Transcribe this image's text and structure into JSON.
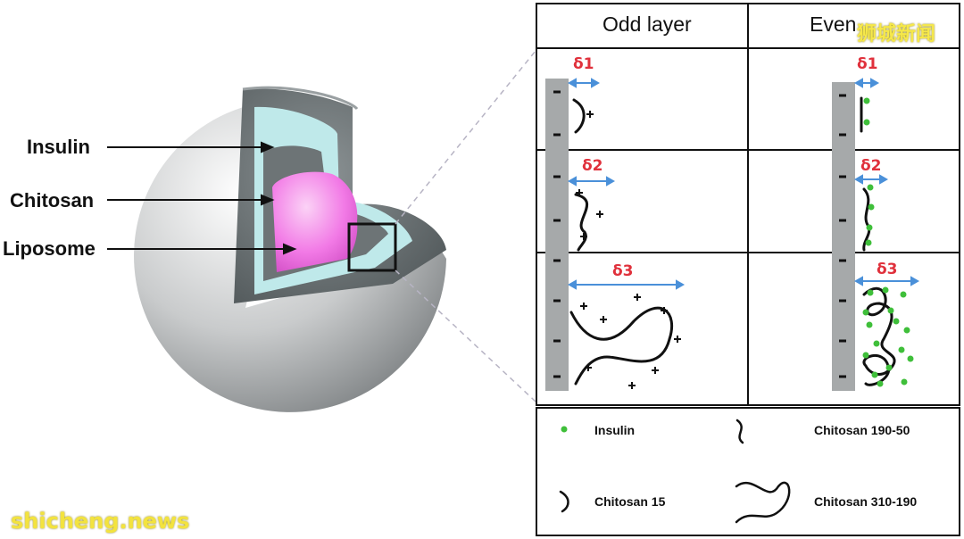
{
  "labels": {
    "insulin": "Insulin",
    "chitosan": "Chitosan",
    "liposome": "Liposome"
  },
  "table": {
    "odd_header": "Odd layer",
    "even_header": "Even",
    "deltas": [
      "δ1",
      "δ2",
      "δ3"
    ]
  },
  "legend": {
    "insulin": "Insulin",
    "chitosan_15": "Chitosan 15",
    "chitosan_190_50": "Chitosan 190-50",
    "chitosan_310_190": "Chitosan 310-190"
  },
  "watermarks": {
    "top": "狮城新闻",
    "bottom": "shicheng.news"
  },
  "colors": {
    "liposome": "#f27ae6",
    "insulin_layer": "#bfe9ea",
    "chitosan_layer": "#6d7476",
    "insulin_marker": "#3fbf3a",
    "delta_text": "#e0313c",
    "delta_arrow": "#4a90d9"
  }
}
